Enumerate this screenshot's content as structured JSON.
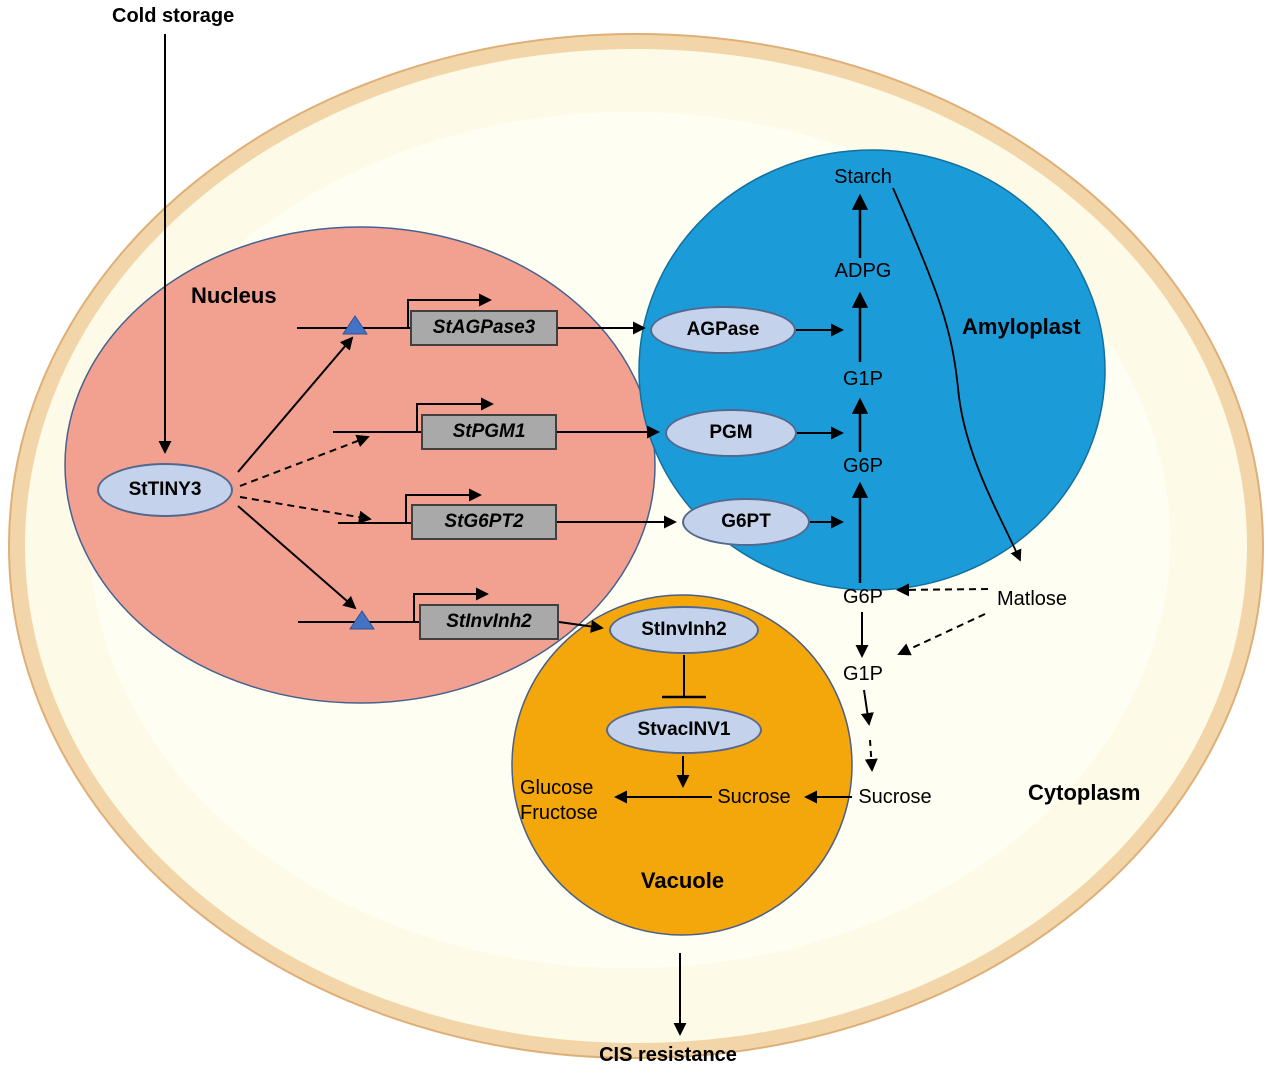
{
  "header": {
    "cold_storage": "Cold storage",
    "cis_resistance": "CIS resistance"
  },
  "compartments": {
    "nucleus": "Nucleus",
    "amyloplast": "Amyloplast",
    "vacuole": "Vacuole",
    "cytoplasm": "Cytoplasm"
  },
  "nucleus": {
    "transcription_factor": "StTINY3",
    "genes": [
      {
        "label": "StAGPase3",
        "regulation": "solid-arrow",
        "has_triangle": true
      },
      {
        "label": "StPGM1",
        "regulation": "dashed-arrow",
        "has_triangle": false
      },
      {
        "label": "StG6PT2",
        "regulation": "dashed-arrow",
        "has_triangle": false
      },
      {
        "label": "StInvInh2",
        "regulation": "solid-arrow",
        "has_triangle": true
      }
    ]
  },
  "amyloplast": {
    "enzymes": [
      {
        "label": "AGPase"
      },
      {
        "label": "PGM"
      },
      {
        "label": "G6PT"
      }
    ],
    "metabolites": {
      "starch": "Starch",
      "adpg": "ADPG",
      "g1p": "G1P",
      "g6p": "G6P"
    }
  },
  "cytoplasm": {
    "metabolites": {
      "matlose": "Matlose",
      "g6p": "G6P",
      "g1p": "G1P",
      "sucrose": "Sucrose"
    }
  },
  "vacuole": {
    "proteins": [
      {
        "label": "StInvInh2"
      },
      {
        "label": "StvacINV1"
      }
    ],
    "metabolites": {
      "sucrose": "Sucrose",
      "glucose": "Glucose",
      "fructose": "Fructose"
    }
  },
  "colors": {
    "nucleus_fill": "#F2A191",
    "nucleus_stroke": "#46618F",
    "amyloplast_fill": "#1B9BD8",
    "amyloplast_stroke": "#136F9E",
    "vacuole_fill": "#F4A70B",
    "vacuole_stroke": "#4A5E86",
    "gene_box_fill": "#A9A9A9",
    "gene_box_stroke": "#404040",
    "protein_ellipse_fill": "#C4D3EB",
    "protein_ellipse_stroke": "#53688F",
    "potato_skin": "#F2D6A9",
    "potato_flesh": "#FDFBE7",
    "triangle_fill": "#4472C4",
    "arrow_color": "#000000"
  }
}
